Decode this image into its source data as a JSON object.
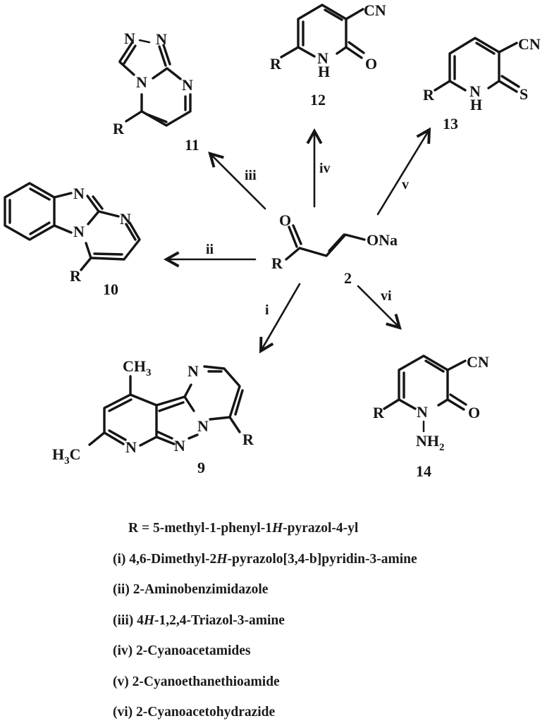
{
  "scheme": {
    "starting_material": {
      "number": "2",
      "labels": {
        "oxygen": "O",
        "sodium_enolate": "ONa",
        "r_group": "R"
      }
    },
    "reactions": [
      {
        "roman": "i",
        "product": "9"
      },
      {
        "roman": "ii",
        "product": "10"
      },
      {
        "roman": "iii",
        "product": "11"
      },
      {
        "roman": "iv",
        "product": "12"
      },
      {
        "roman": "v",
        "product": "13"
      },
      {
        "roman": "vi",
        "product": "14"
      }
    ],
    "products": {
      "p9": {
        "number": "9",
        "atoms": {
          "ch3_top": "CH",
          "ch3_top_sub": "3",
          "h3c": "H",
          "h3c_sub": "3",
          "h3c_c": "C",
          "n_pyridine": "N",
          "n_pyrazole": "N",
          "n_bridge": "N",
          "n_pyrimidine": "N",
          "r": "R"
        }
      },
      "p10": {
        "number": "10",
        "atoms": {
          "n_top": "N",
          "n_right": "N",
          "n_bridge": "N",
          "r": "R"
        }
      },
      "p11": {
        "number": "11",
        "atoms": {
          "n1": "N",
          "n2": "N",
          "n_bridge": "N",
          "n_ring": "N",
          "r": "R"
        }
      },
      "p12": {
        "number": "12",
        "atoms": {
          "cn": "CN",
          "n": "N",
          "h": "H",
          "o": "O",
          "r": "R"
        }
      },
      "p13": {
        "number": "13",
        "atoms": {
          "cn": "CN",
          "n": "N",
          "h": "H",
          "s": "S",
          "r": "R"
        }
      },
      "p14": {
        "number": "14",
        "atoms": {
          "cn": "CN",
          "n": "N",
          "nh2": "NH",
          "nh2_sub": "2",
          "o": "O",
          "r": "R"
        }
      }
    }
  },
  "legend": {
    "r_definition": {
      "prefix": "R = 5-methyl-1-phenyl-1",
      "italic": "H",
      "suffix": "-pyrazol-4-yl"
    },
    "reagents": [
      {
        "key": "(i)",
        "pre": "4,6-Dimethyl-2",
        "italic": "H",
        "post": "-pyrazolo[3,4-b]pyridin-3-amine"
      },
      {
        "key": "(ii)",
        "pre": "2-Aminobenzimidazole",
        "italic": "",
        "post": ""
      },
      {
        "key": "(iii)",
        "pre": "4",
        "italic": "H",
        "post": "-1,2,4-Triazol-3-amine"
      },
      {
        "key": "(iv)",
        "pre": "2-Cyanoacetamides",
        "italic": "",
        "post": ""
      },
      {
        "key": "(v)",
        "pre": "2-Cyanoethanethioamide",
        "italic": "",
        "post": ""
      },
      {
        "key": "(vi)",
        "pre": "2-Cyanoacetohydrazide",
        "italic": "",
        "post": ""
      }
    ]
  }
}
